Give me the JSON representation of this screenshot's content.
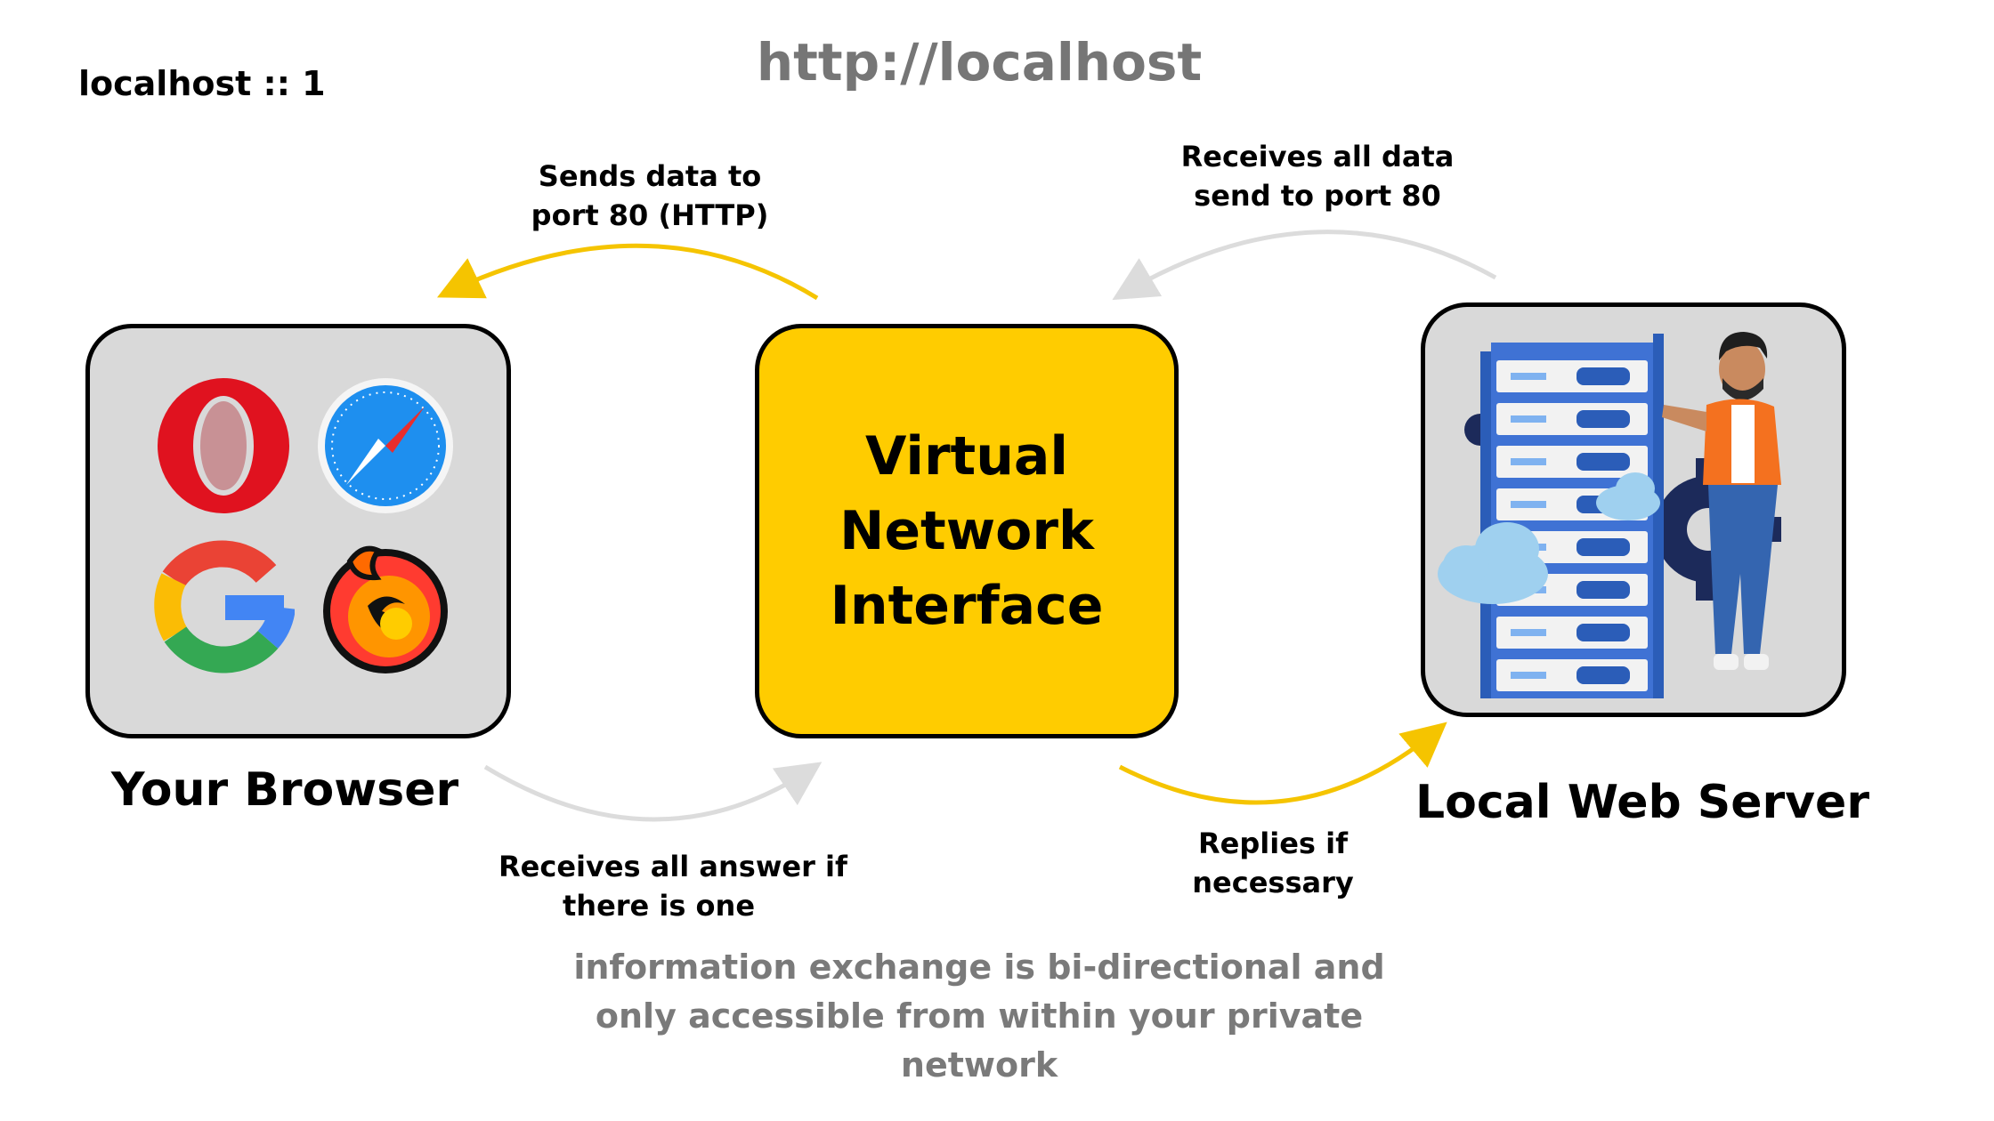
{
  "corner_label": "localhost :: 1",
  "url_title": "http://localhost",
  "arrows": {
    "top_left": [
      "Sends data to",
      "port 80 (HTTP)"
    ],
    "top_right": [
      "Receives all data",
      "send to port 80"
    ],
    "bottom_left": [
      "Receives all answer if",
      "there is one"
    ],
    "bottom_right": [
      "Replies if",
      "necessary"
    ]
  },
  "center_box": [
    "Virtual",
    "Network",
    "Interface"
  ],
  "browser_caption": "Your Browser",
  "server_caption": "Local Web Server",
  "footer_note": [
    "information exchange is bi-directional and",
    "only accessible from within your private",
    "network"
  ],
  "browser_icons": [
    "opera-icon",
    "safari-icon",
    "google-icon",
    "firefox-icon"
  ],
  "server_illustration": [
    "server-rack-icon",
    "cloud-icon",
    "gear-icon",
    "person-icon"
  ],
  "colors": {
    "yellow_box": "#ffcc00",
    "gray_box": "#d9d9d9",
    "yellow_arrow": "#f5c400",
    "gray_arrow": "#dcdcdc",
    "muted_text": "#767676"
  }
}
